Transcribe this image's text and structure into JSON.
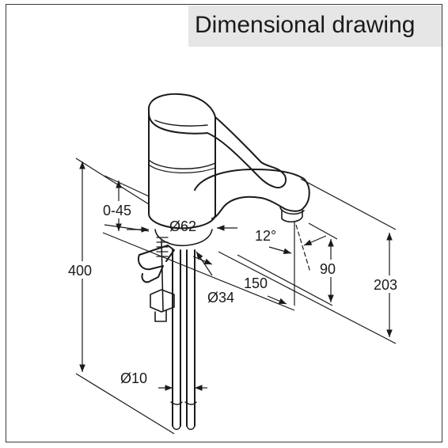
{
  "title": "Dimensional drawing",
  "dimensions": {
    "height_total": "400",
    "height_spout": "203",
    "offset_range": "0-45",
    "base_diameter": "Ø62",
    "spout_angle": "12°",
    "outlet_height": "90",
    "reach": "150",
    "hole_diameter": "Ø34",
    "pipe_diameter": "Ø10"
  }
}
